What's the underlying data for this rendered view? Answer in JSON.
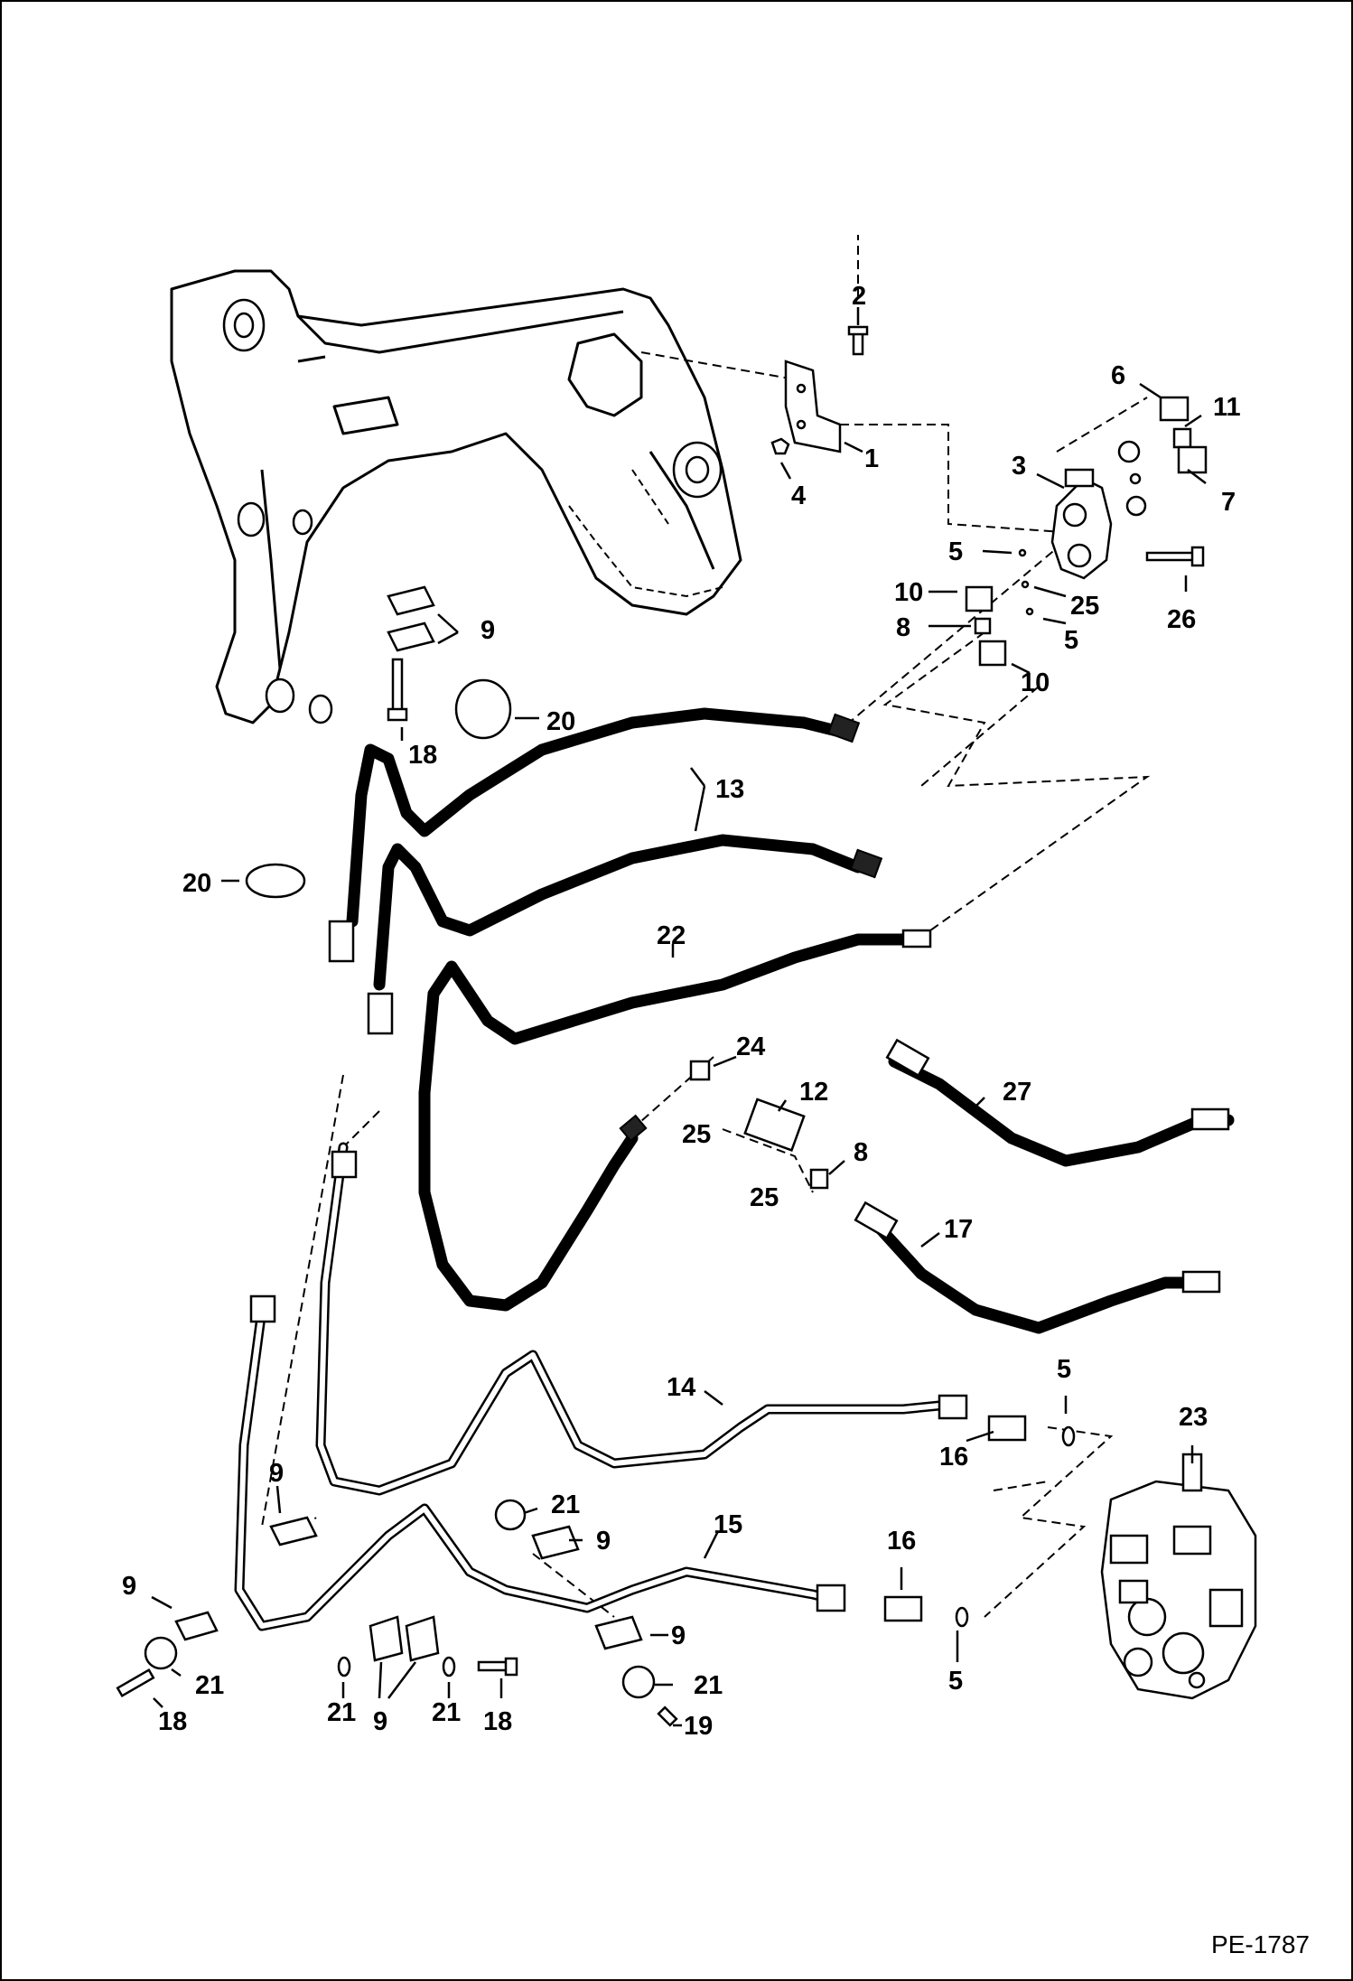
{
  "diagram": {
    "page_code": "PE-1787",
    "callouts": [
      "1",
      "2",
      "3",
      "4",
      "5",
      "6",
      "7",
      "8",
      "9",
      "10",
      "11",
      "12",
      "13",
      "14",
      "15",
      "16",
      "17",
      "18",
      "19",
      "20",
      "21",
      "22",
      "23",
      "24",
      "25",
      "26",
      "27"
    ]
  }
}
